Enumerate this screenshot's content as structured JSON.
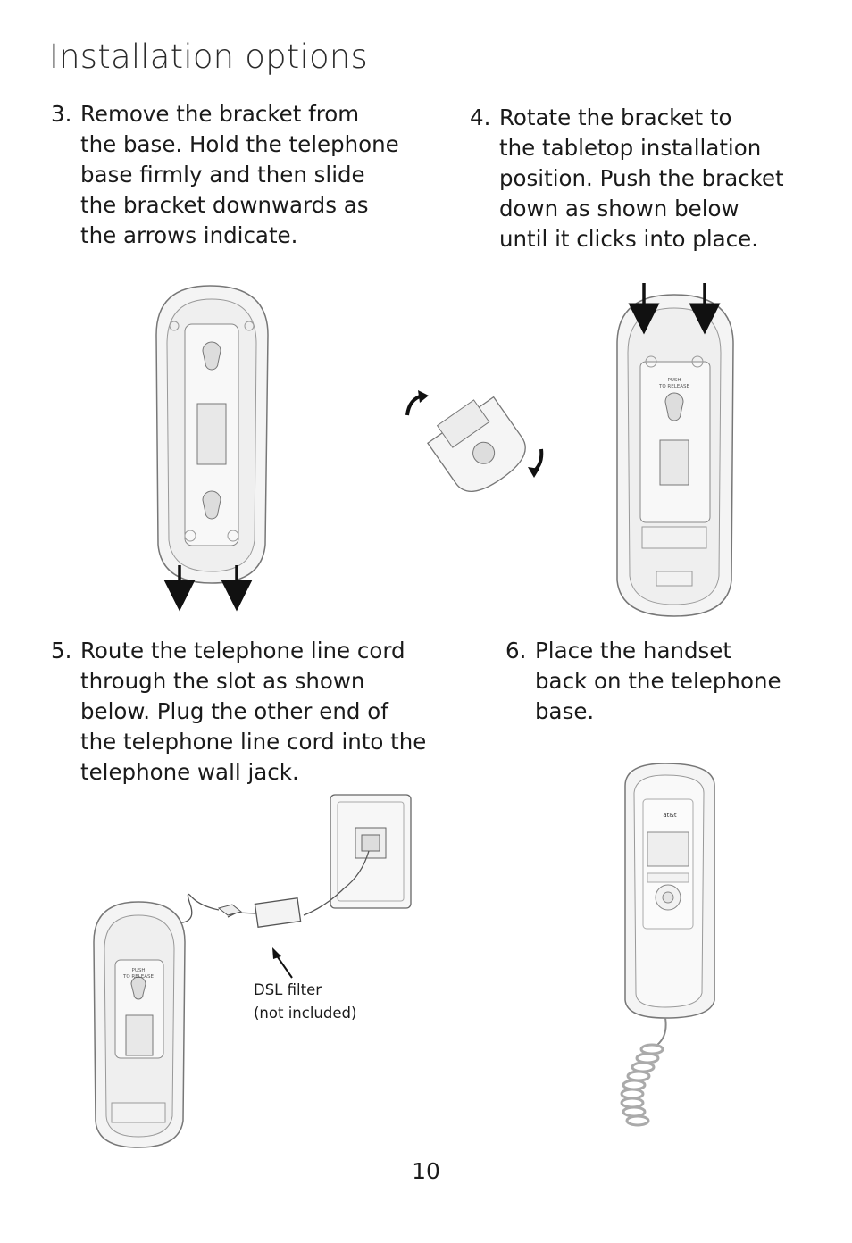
{
  "page": {
    "title": "Installation options",
    "page_number": "10"
  },
  "steps": [
    {
      "number": "3.",
      "text": "Remove the bracket from\nthe base. Hold the telephone\nbase firmly and then slide\nthe bracket downwards as\nthe arrows indicate."
    },
    {
      "number": "4.",
      "text": "Rotate the bracket to\nthe tabletop installation\nposition. Push the bracket\ndown as shown below\nuntil it clicks into place."
    },
    {
      "number": "5.",
      "text": "Route the telephone line cord\nthrough the slot as shown\nbelow. Plug the other end of\nthe telephone line cord into the\ntelephone wall jack."
    },
    {
      "number": "6.",
      "text": "Place the handset\nback on the telephone\nbase."
    }
  ],
  "figures": {
    "bracket_label": "PUSH\nTO RELEASE",
    "bracket_label_line1": "PUSH",
    "bracket_label_line2": "TO RELEASE",
    "dsl_caption_line1": "DSL filter",
    "dsl_caption_line2": "(not included)",
    "phone_brand": "at&t"
  }
}
